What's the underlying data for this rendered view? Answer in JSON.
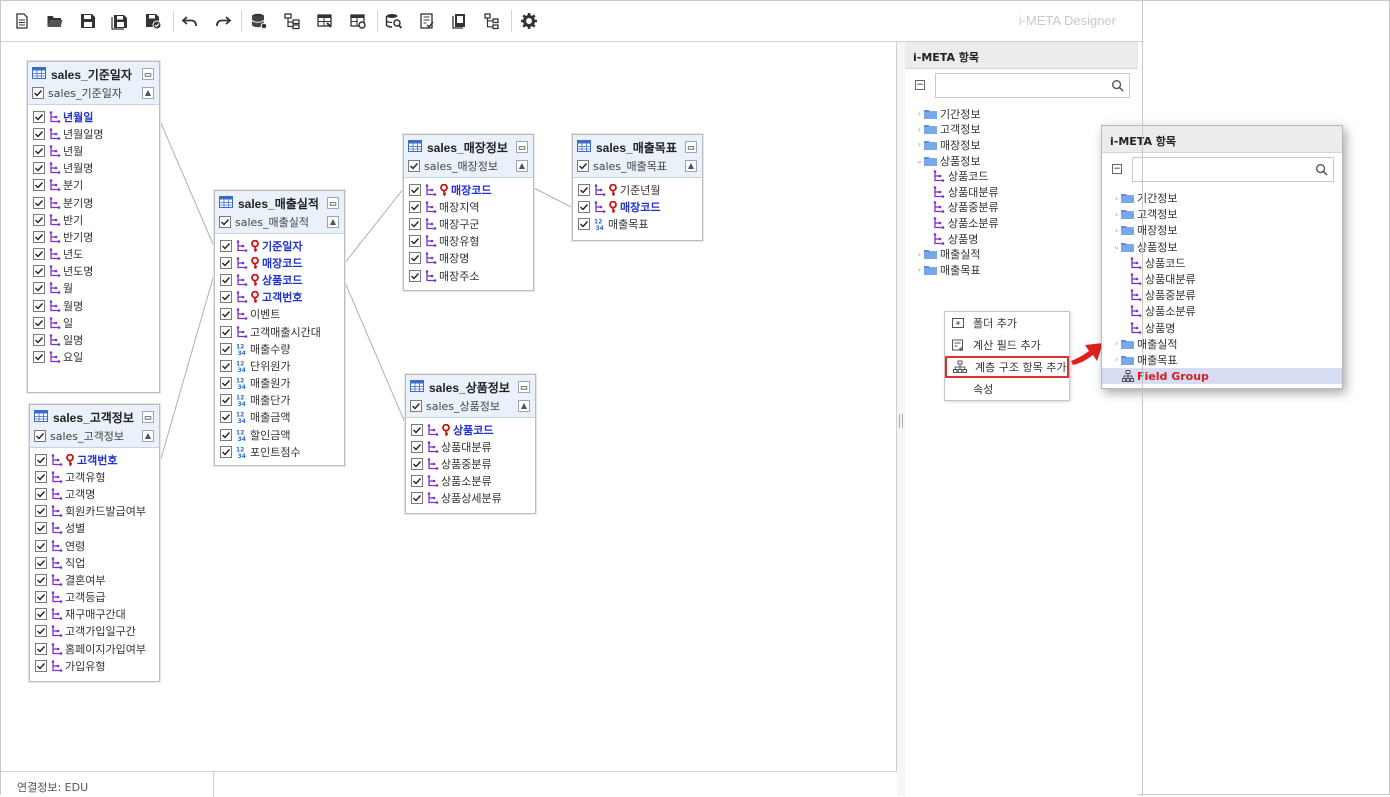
{
  "app": {
    "title": "i-META Designer"
  },
  "toolbar": {
    "buttons": [
      "new-file",
      "open-folder",
      "save",
      "save-as",
      "save-all",
      "undo",
      "redo",
      "database",
      "hierarchy",
      "table-edit",
      "table-settings",
      "db-search",
      "report",
      "document",
      "tree",
      "settings"
    ]
  },
  "status": {
    "connection": "연결정보: EDU"
  },
  "tables": [
    {
      "title": "sales_기준일자",
      "sub": "sales_기준일자",
      "fields": [
        {
          "name": "년월일",
          "type": "dim",
          "pk": true
        },
        {
          "name": "년월일명",
          "type": "dim"
        },
        {
          "name": "년월",
          "type": "dim"
        },
        {
          "name": "년월명",
          "type": "dim"
        },
        {
          "name": "분기",
          "type": "dim"
        },
        {
          "name": "분기명",
          "type": "dim"
        },
        {
          "name": "반기",
          "type": "dim"
        },
        {
          "name": "반기명",
          "type": "dim"
        },
        {
          "name": "년도",
          "type": "dim"
        },
        {
          "name": "년도명",
          "type": "dim"
        },
        {
          "name": "월",
          "type": "dim"
        },
        {
          "name": "월명",
          "type": "dim"
        },
        {
          "name": "일",
          "type": "dim"
        },
        {
          "name": "일명",
          "type": "dim"
        },
        {
          "name": "요일",
          "type": "dim"
        }
      ]
    },
    {
      "title": "sales_고객정보",
      "sub": "sales_고객정보",
      "fields": [
        {
          "name": "고객번호",
          "type": "dim",
          "pk": true,
          "key": true
        },
        {
          "name": "고객유형",
          "type": "dim"
        },
        {
          "name": "고객명",
          "type": "dim"
        },
        {
          "name": "회원카드발급여부",
          "type": "dim"
        },
        {
          "name": "성별",
          "type": "dim"
        },
        {
          "name": "연령",
          "type": "dim"
        },
        {
          "name": "직업",
          "type": "dim"
        },
        {
          "name": "결혼여부",
          "type": "dim"
        },
        {
          "name": "고객등급",
          "type": "dim"
        },
        {
          "name": "재구매구간대",
          "type": "dim"
        },
        {
          "name": "고객가입일구간",
          "type": "dim"
        },
        {
          "name": "홈페이지가입여부",
          "type": "dim"
        },
        {
          "name": "가입유형",
          "type": "dim"
        }
      ]
    },
    {
      "title": "sales_매출실적",
      "sub": "sales_매출실적",
      "fields": [
        {
          "name": "기준일자",
          "type": "dim",
          "pk": true,
          "key": true
        },
        {
          "name": "매장코드",
          "type": "dim",
          "pk": true,
          "key": true
        },
        {
          "name": "상품코드",
          "type": "dim",
          "pk": true,
          "key": true
        },
        {
          "name": "고객번호",
          "type": "dim",
          "pk": true,
          "key": true
        },
        {
          "name": "이벤트",
          "type": "dim"
        },
        {
          "name": "고객매출시간대",
          "type": "dim"
        },
        {
          "name": "매출수량",
          "type": "num"
        },
        {
          "name": "단위원가",
          "type": "num"
        },
        {
          "name": "매출원가",
          "type": "num"
        },
        {
          "name": "매출단가",
          "type": "num"
        },
        {
          "name": "매출금액",
          "type": "num"
        },
        {
          "name": "할인금액",
          "type": "num"
        },
        {
          "name": "포인트점수",
          "type": "num"
        }
      ]
    },
    {
      "title": "sales_매장정보",
      "sub": "sales_매장정보",
      "fields": [
        {
          "name": "매장코드",
          "type": "dim",
          "pk": true,
          "key": true
        },
        {
          "name": "매장지역",
          "type": "dim"
        },
        {
          "name": "매장구군",
          "type": "dim"
        },
        {
          "name": "매장유형",
          "type": "dim"
        },
        {
          "name": "매장명",
          "type": "dim"
        },
        {
          "name": "매장주소",
          "type": "dim"
        }
      ]
    },
    {
      "title": "sales_매출목표",
      "sub": "sales_매출목표",
      "fields": [
        {
          "name": "기준년월",
          "type": "dim",
          "key": true
        },
        {
          "name": "매장코드",
          "type": "dim",
          "pk": true,
          "key": true
        },
        {
          "name": "매출목표",
          "type": "num"
        }
      ]
    },
    {
      "title": "sales_상품정보",
      "sub": "sales_상품정보",
      "fields": [
        {
          "name": "상품코드",
          "type": "dim",
          "pk": true,
          "key": true
        },
        {
          "name": "상품대분류",
          "type": "dim"
        },
        {
          "name": "상품중분류",
          "type": "dim"
        },
        {
          "name": "상품소분류",
          "type": "dim"
        },
        {
          "name": "상품상세분류",
          "type": "dim"
        }
      ]
    }
  ],
  "meta": {
    "title": "i-META 항목",
    "search_placeholder": "",
    "folders_before": [
      "기간정보",
      "고객정보",
      "매장정보"
    ],
    "open_folder": "상품정보",
    "open_children": [
      "상품코드",
      "상품대분류",
      "상품중분류",
      "상품소분류",
      "상품명"
    ],
    "folders_after": [
      "매출실적",
      "매출목표"
    ],
    "new_node": "Field Group"
  },
  "context_menu": {
    "items": [
      "폴더 추가",
      "계산 필드 추가",
      "계층 구조 항목 추가",
      "속성"
    ]
  },
  "colors": {
    "accent_red": "#e02020",
    "pk_blue": "#2233cc",
    "key_red": "#cc1111",
    "dim_purple": "#8a2be2"
  }
}
